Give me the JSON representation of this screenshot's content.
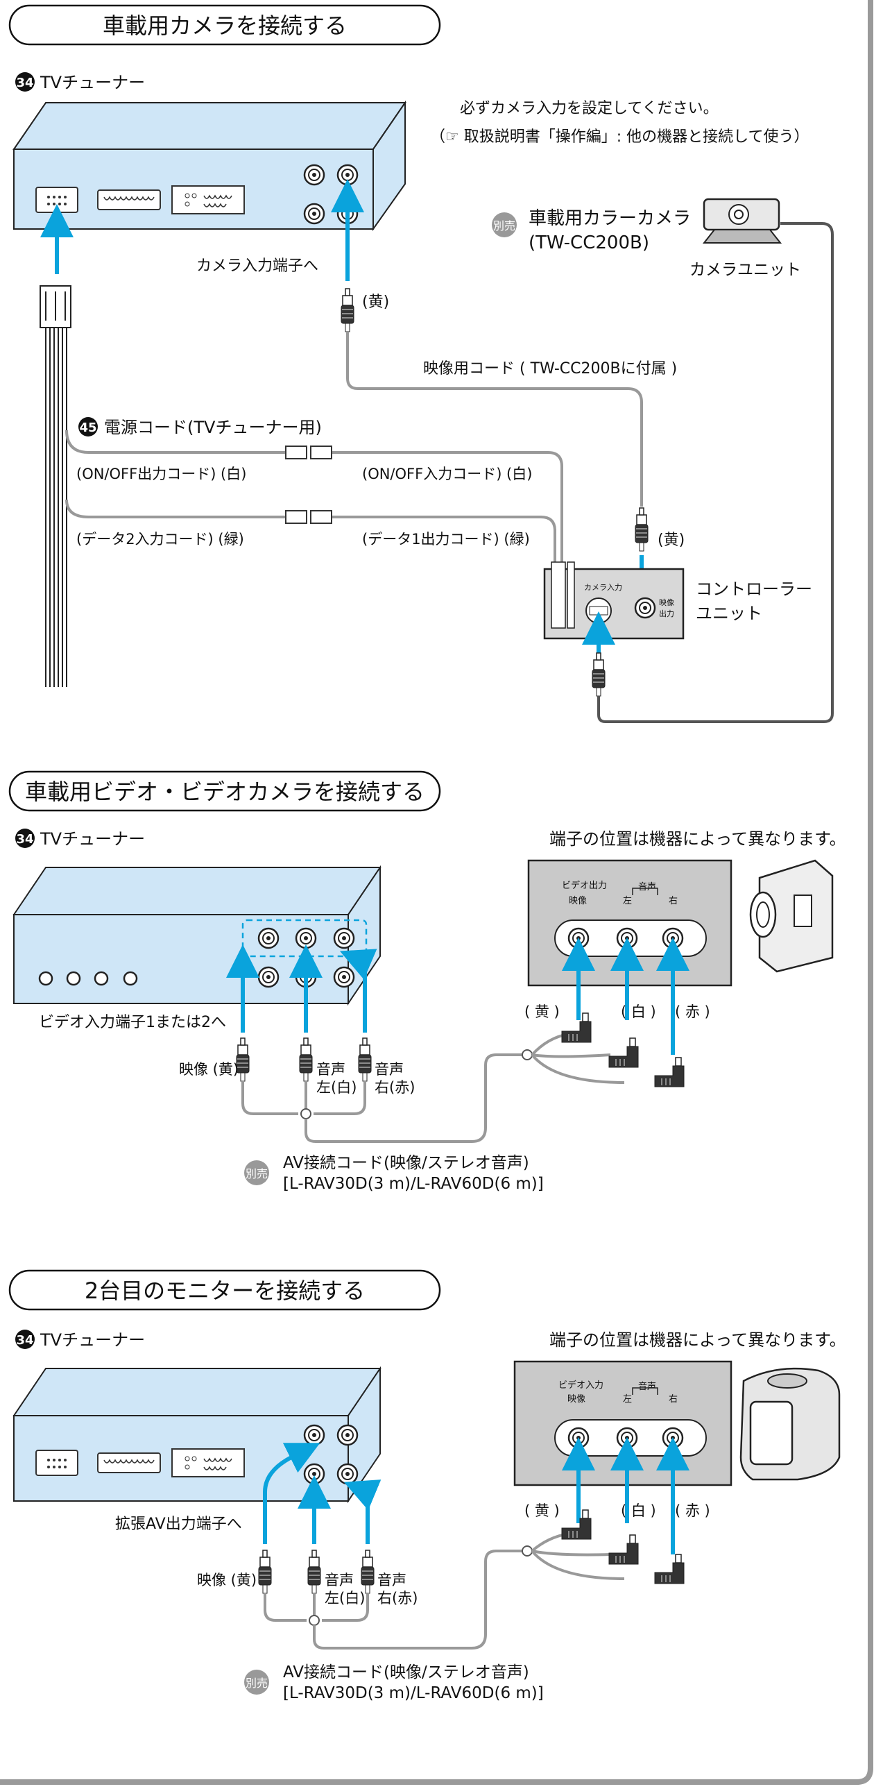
{
  "colors": {
    "tuner_body": "#cfe6f7",
    "cable_blue": "#0aa3dc",
    "frame": "#9a9a9a",
    "panel_grey": "#c9c9c9",
    "badge": "#999999"
  },
  "icons": [
    "circled-number-34-icon",
    "circled-number-45-icon",
    "betsubai-badge-icon",
    "camera-icon",
    "video-camera-icon",
    "monitor-icon",
    "rca-plug-icon",
    "connector-icon"
  ],
  "section1": {
    "title": "車載用カメラを接続する",
    "device_num": "34",
    "device_label": "TVチューナー",
    "note_line1": "必ずカメラ入力を設定してください。",
    "note_line2": "（☞ 取扱説明書「操作編」: 他の機器と接続して使う）",
    "badge": "別売",
    "camera_name": "車載用カラーカメラ",
    "camera_model": "(TW-CC200B)",
    "camera_unit": "カメラユニット",
    "camera_input_label": "カメラ入力端子へ",
    "plug_yellow": "(黄)",
    "video_cord": "映像用コード ( TW-CC200Bに付属 )",
    "power_num": "45",
    "power_cord": "電源コード(TVチューナー用)",
    "onoff_out": "(ON/OFF出力コード) (白)",
    "onoff_in": "(ON/OFF入力コード) (白)",
    "data2_in": "(データ2入力コード) (緑)",
    "data1_out": "(データ1出力コード) (緑)",
    "plug_yellow2": "(黄)",
    "controller_label1": "コントローラー",
    "controller_label2": "ユニット",
    "ctrl_camera_in": "カメラ入力",
    "ctrl_video_out1": "映像",
    "ctrl_video_out2": "出力"
  },
  "section2": {
    "title": "車載用ビデオ・ビデオカメラを接続する",
    "device_num": "34",
    "device_label": "TVチューナー",
    "note": "端子の位置は機器によって異なります。",
    "panel_header": "ビデオ出力",
    "panel_audio": "音声",
    "panel_video": "映像",
    "panel_left": "左",
    "panel_right": "右",
    "input_label": "ビデオ入力端子1または2へ",
    "video_plug": "映像 (黄)",
    "audio_l1": "音声",
    "audio_l2": "左(白)",
    "audio_r1": "音声",
    "audio_r2": "右(赤)",
    "plug_y": "( 黄 )",
    "plug_w": "( 白 )",
    "plug_r": "( 赤 )",
    "badge": "別売",
    "cord_line1": "AV接続コード(映像/ステレオ音声)",
    "cord_line2": "[L-RAV30D(3 m)/L-RAV60D(6 m)]"
  },
  "section3": {
    "title": "2台目のモニターを接続する",
    "device_num": "34",
    "device_label": "TVチューナー",
    "note": "端子の位置は機器によって異なります。",
    "panel_header": "ビデオ入力",
    "panel_audio": "音声",
    "panel_video": "映像",
    "panel_left": "左",
    "panel_right": "右",
    "input_label": "拡張AV出力端子へ",
    "video_plug": "映像 (黄)",
    "audio_l1": "音声",
    "audio_l2": "左(白)",
    "audio_r1": "音声",
    "audio_r2": "右(赤)",
    "plug_y": "( 黄 )",
    "plug_w": "( 白 )",
    "plug_r": "( 赤 )",
    "badge": "別売",
    "cord_line1": "AV接続コード(映像/ステレオ音声)",
    "cord_line2": "[L-RAV30D(3 m)/L-RAV60D(6 m)]"
  }
}
